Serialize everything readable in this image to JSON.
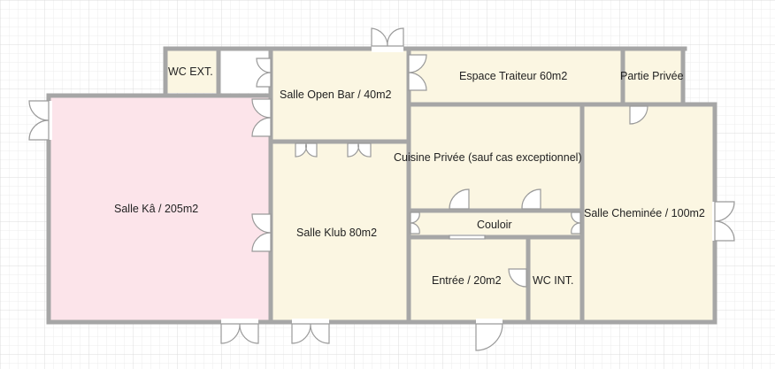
{
  "colors": {
    "wall": "#a6a6a6",
    "room_fill": "#fbf6e2",
    "ka_fill": "#fce4ea",
    "grid_minor": "#ececec",
    "grid_major": "#d9d9d9",
    "door": "#9a9a9a"
  },
  "rooms": {
    "wc_ext": "WC EXT.",
    "open_bar": "Salle Open Bar / 40m2",
    "traiteur": "Espace Traiteur 60m2",
    "partie_privee": "Partie Privée",
    "ka": "Salle Kâ / 205m2",
    "klub": "Salle Klub 80m2",
    "cuisine": "Cuisine Privée (sauf cas exceptionnel)",
    "couloir": "Couloir",
    "cheminee": "Salle Cheminée / 100m2",
    "entree": "Entrée / 20m2",
    "wc_int": "WC INT."
  }
}
